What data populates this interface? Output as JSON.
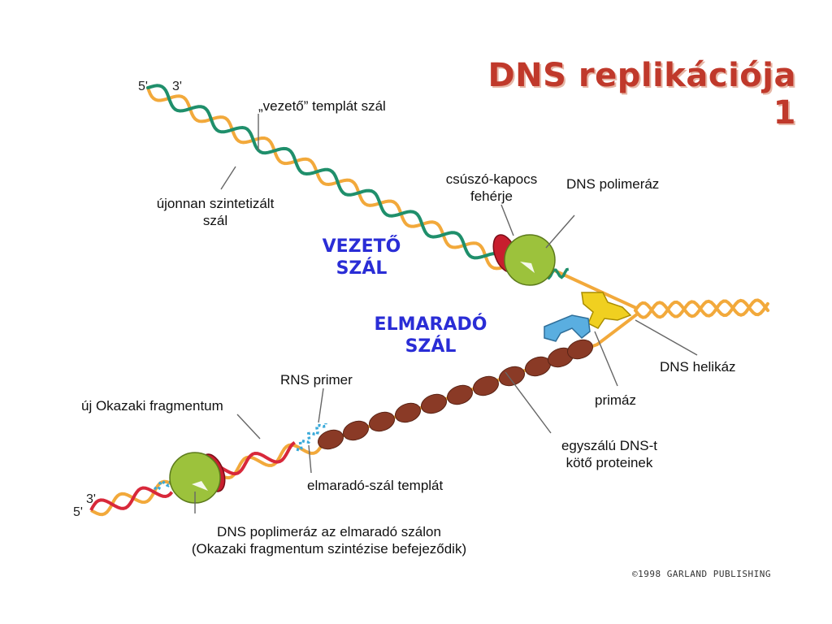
{
  "title": "DNS replikációja 1",
  "labels": {
    "leading_template": "„vezető” templát szál",
    "new_strand_line1": "újonnan szintetizált",
    "new_strand_line2": "szál",
    "clamp_line1": "csúszó-kapocs",
    "clamp_line2": "fehérje",
    "polymerase": "DNS polimeráz",
    "leading_line1": "VEZETŐ",
    "leading_line2": "SZÁL",
    "lagging_line1": "ELMARADÓ",
    "lagging_line2": "SZÁL",
    "helicase": "DNS helikáz",
    "rna_primer": "RNS primer",
    "okazaki": "új Okazaki fragmentum",
    "primase": "primáz",
    "ssb_line1": "egyszálú DNS-t",
    "ssb_line2": "kötő proteinek",
    "lagging_template": "elmaradó-szál templát",
    "lag_pol_line1": "DNS poplimeráz az elmaradó szálon",
    "lag_pol_line2": "(Okazaki fragmentum szintézise befejeződik)"
  },
  "strand_ends": {
    "top_5": "5'",
    "top_3": "3'",
    "bottom_3": "3'",
    "bottom_5": "5'"
  },
  "copyright": "©1998 GARLAND PUBLISHING",
  "colors": {
    "title": "#c0392b",
    "strand_label": "#2a2dd6",
    "template_strand": "#f2a93b",
    "leading_new_strand": "#1f8f6b",
    "okazaki_fragment": "#d8283a",
    "rna_primer": "#39a9d9",
    "ssb_protein": "#8a3a26",
    "polymerase": "#9cc23c",
    "clamp": "#c81e2e",
    "helicase": "#f0d020",
    "primase": "#5aaee0"
  }
}
